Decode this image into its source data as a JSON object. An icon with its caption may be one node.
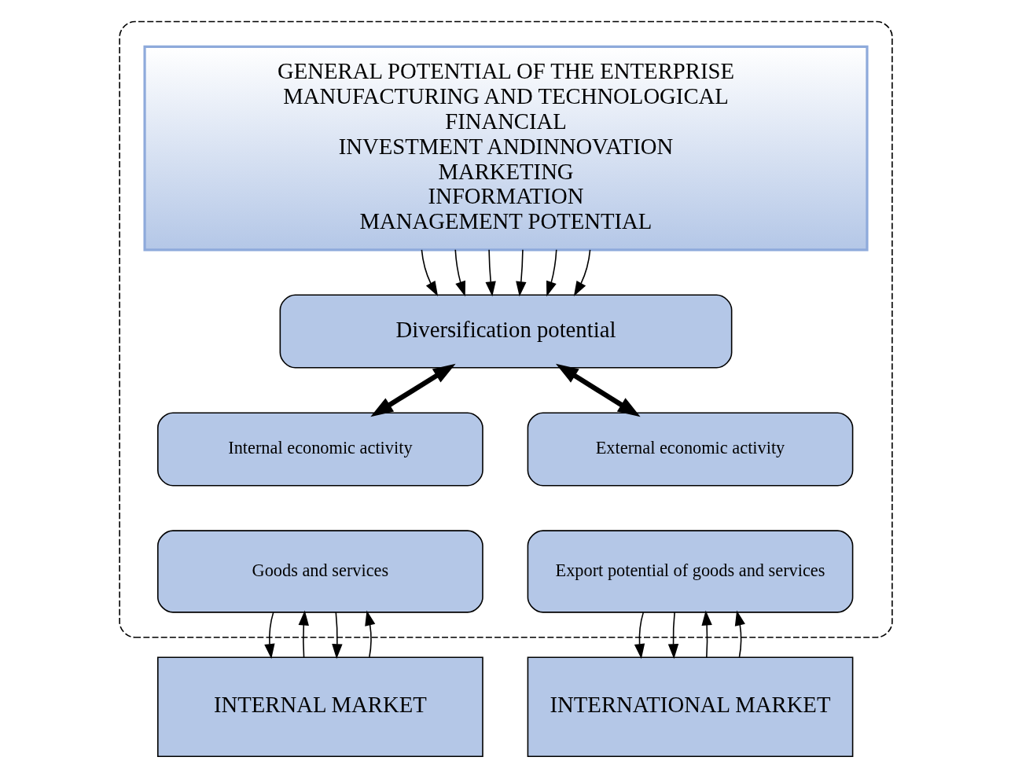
{
  "diagram": {
    "nodes": [
      {
        "text": [],
        "shape": "box"
      },
      {
        "text": [
          "GENERAL POTENTIAL OF THE ENTERPRISE",
          "MANUFACTURING AND TECHNOLOGICAL",
          "FINANCIAL",
          "INVESTMENT ANDINNOVATION",
          "MARKETING",
          "INFORMATION",
          "MANAGEMENT POTENTIAL"
        ],
        "in": 0
      },
      {
        "text": [
          "Diversification potential"
        ],
        "in": 0
      },
      {
        "text": [
          "Internal economic activity"
        ],
        "in": 0
      },
      {
        "text": [
          "External economic activity"
        ],
        "in": 0
      },
      {
        "text": [
          "Goods and services"
        ],
        "in": 0
      },
      {
        "text": [
          "Export potential of goods and services"
        ],
        "in": 0
      },
      {
        "text": [
          "INTERNAL MARKET"
        ]
      },
      {
        "text": [
          "INTERNATIONAL MARKET"
        ]
      }
    ],
    "edges": [
      {
        "from": 1,
        "to": 2,
        "arrow": "to"
      },
      {
        "from": 1,
        "to": 2,
        "arrow": "to"
      },
      {
        "from": 1,
        "to": 2,
        "arrow": "to"
      },
      {
        "from": 1,
        "to": 2,
        "arrow": "to"
      },
      {
        "from": 1,
        "to": 2,
        "arrow": "to"
      },
      {
        "from": 1,
        "to": 2,
        "arrow": "to"
      },
      {
        "from": 2,
        "to": 3,
        "arrow": "both",
        "style": "thick"
      },
      {
        "from": 2,
        "to": 4,
        "arrow": "both",
        "style": "thick"
      },
      {
        "from": 5,
        "to": 7,
        "arrow": "to"
      },
      {
        "from": 7,
        "to": 5,
        "arrow": "to"
      },
      {
        "from": 5,
        "to": 7,
        "arrow": "to"
      },
      {
        "from": 7,
        "to": 5,
        "arrow": "to"
      },
      {
        "from": 6,
        "to": 8,
        "arrow": "to"
      },
      {
        "from": 6,
        "to": 8,
        "arrow": "to"
      },
      {
        "from": 8,
        "to": 6,
        "arrow": "to"
      },
      {
        "from": 8,
        "to": 6,
        "arrow": "to"
      }
    ]
  }
}
